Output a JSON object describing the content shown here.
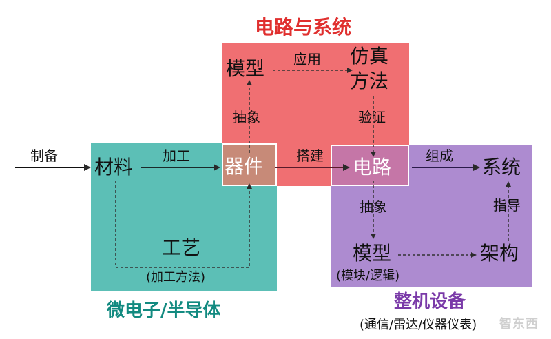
{
  "colors": {
    "micro": "#5cbfb6",
    "circuit": "#f06f72",
    "system": "#ad8bd0",
    "overlap_circuit_micro": "#c78a78",
    "overlap_circuit_system": "#c576a7"
  },
  "title_top": "电路与系统",
  "micro": {
    "title": "微电子/半导体",
    "material": "材料",
    "process": "工艺",
    "process_sub": "(加工方法)"
  },
  "circuit": {
    "model": "模型",
    "sim1": "仿真",
    "sim2": "方法",
    "device": "器件"
  },
  "system": {
    "title": "整机设备",
    "subtitle": "(通信/雷达/仪器仪表)",
    "circuit": "电路",
    "system": "系统",
    "model": "模型",
    "model_sub": "(模块/逻辑)",
    "arch": "架构"
  },
  "edges": {
    "prepare": "制备",
    "process": "加工",
    "build": "搭建",
    "compose": "组成",
    "apply": "应用",
    "abstract1": "抽象",
    "verify": "验证",
    "abstract2": "抽象",
    "guide": "指导"
  },
  "watermark": "智东西"
}
